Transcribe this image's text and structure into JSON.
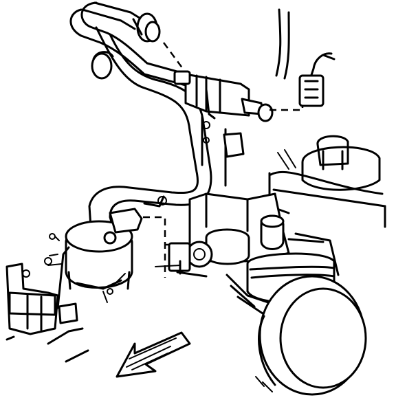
{
  "diagram": {
    "background": "#ffffff",
    "line_color": "#000000",
    "components": [
      "vacuum-hose",
      "fuel-vapor-canister-purge-solenoid",
      "electrical-connector",
      "egr-valve",
      "canister",
      "throttle-body",
      "air-cleaner-housing",
      "mounting-bracket",
      "direction-arrow"
    ]
  }
}
